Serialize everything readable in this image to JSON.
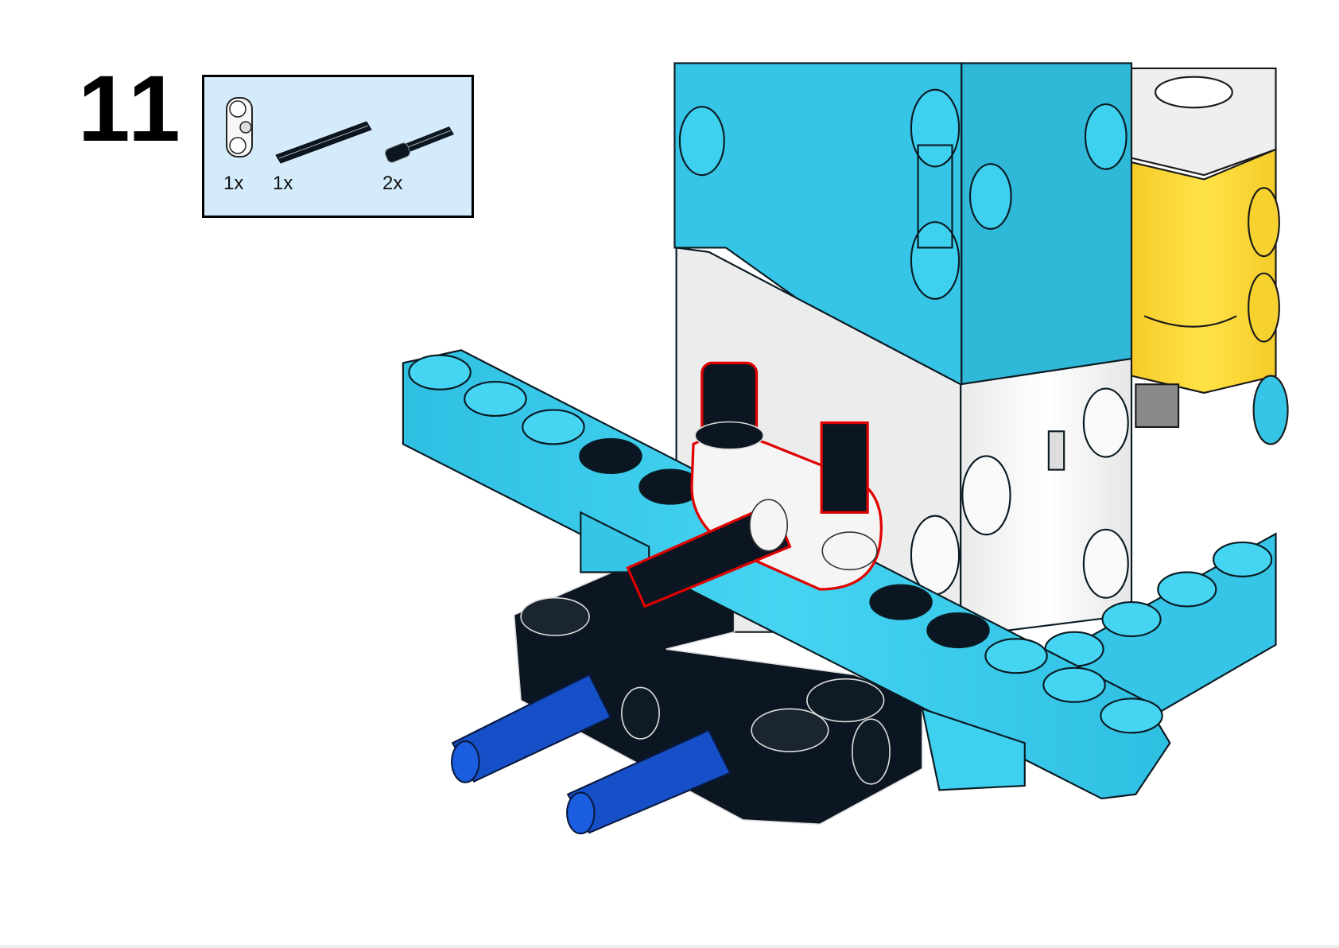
{
  "step": {
    "number": "11"
  },
  "parts_list": {
    "background": "#d3ebfa",
    "items": [
      {
        "name": "double-axle-connector",
        "color": "white",
        "qty": "1x"
      },
      {
        "name": "axle",
        "color": "black",
        "qty": "1x"
      },
      {
        "name": "axle-pin",
        "color": "black",
        "qty": "2x"
      }
    ]
  },
  "colors": {
    "azure": "#36c5e6",
    "black_part": "#0b1622",
    "blue_pin": "#1550c8",
    "yellow": "#fcd733",
    "white_part": "#f3f3f3",
    "highlight": "#e00000"
  }
}
